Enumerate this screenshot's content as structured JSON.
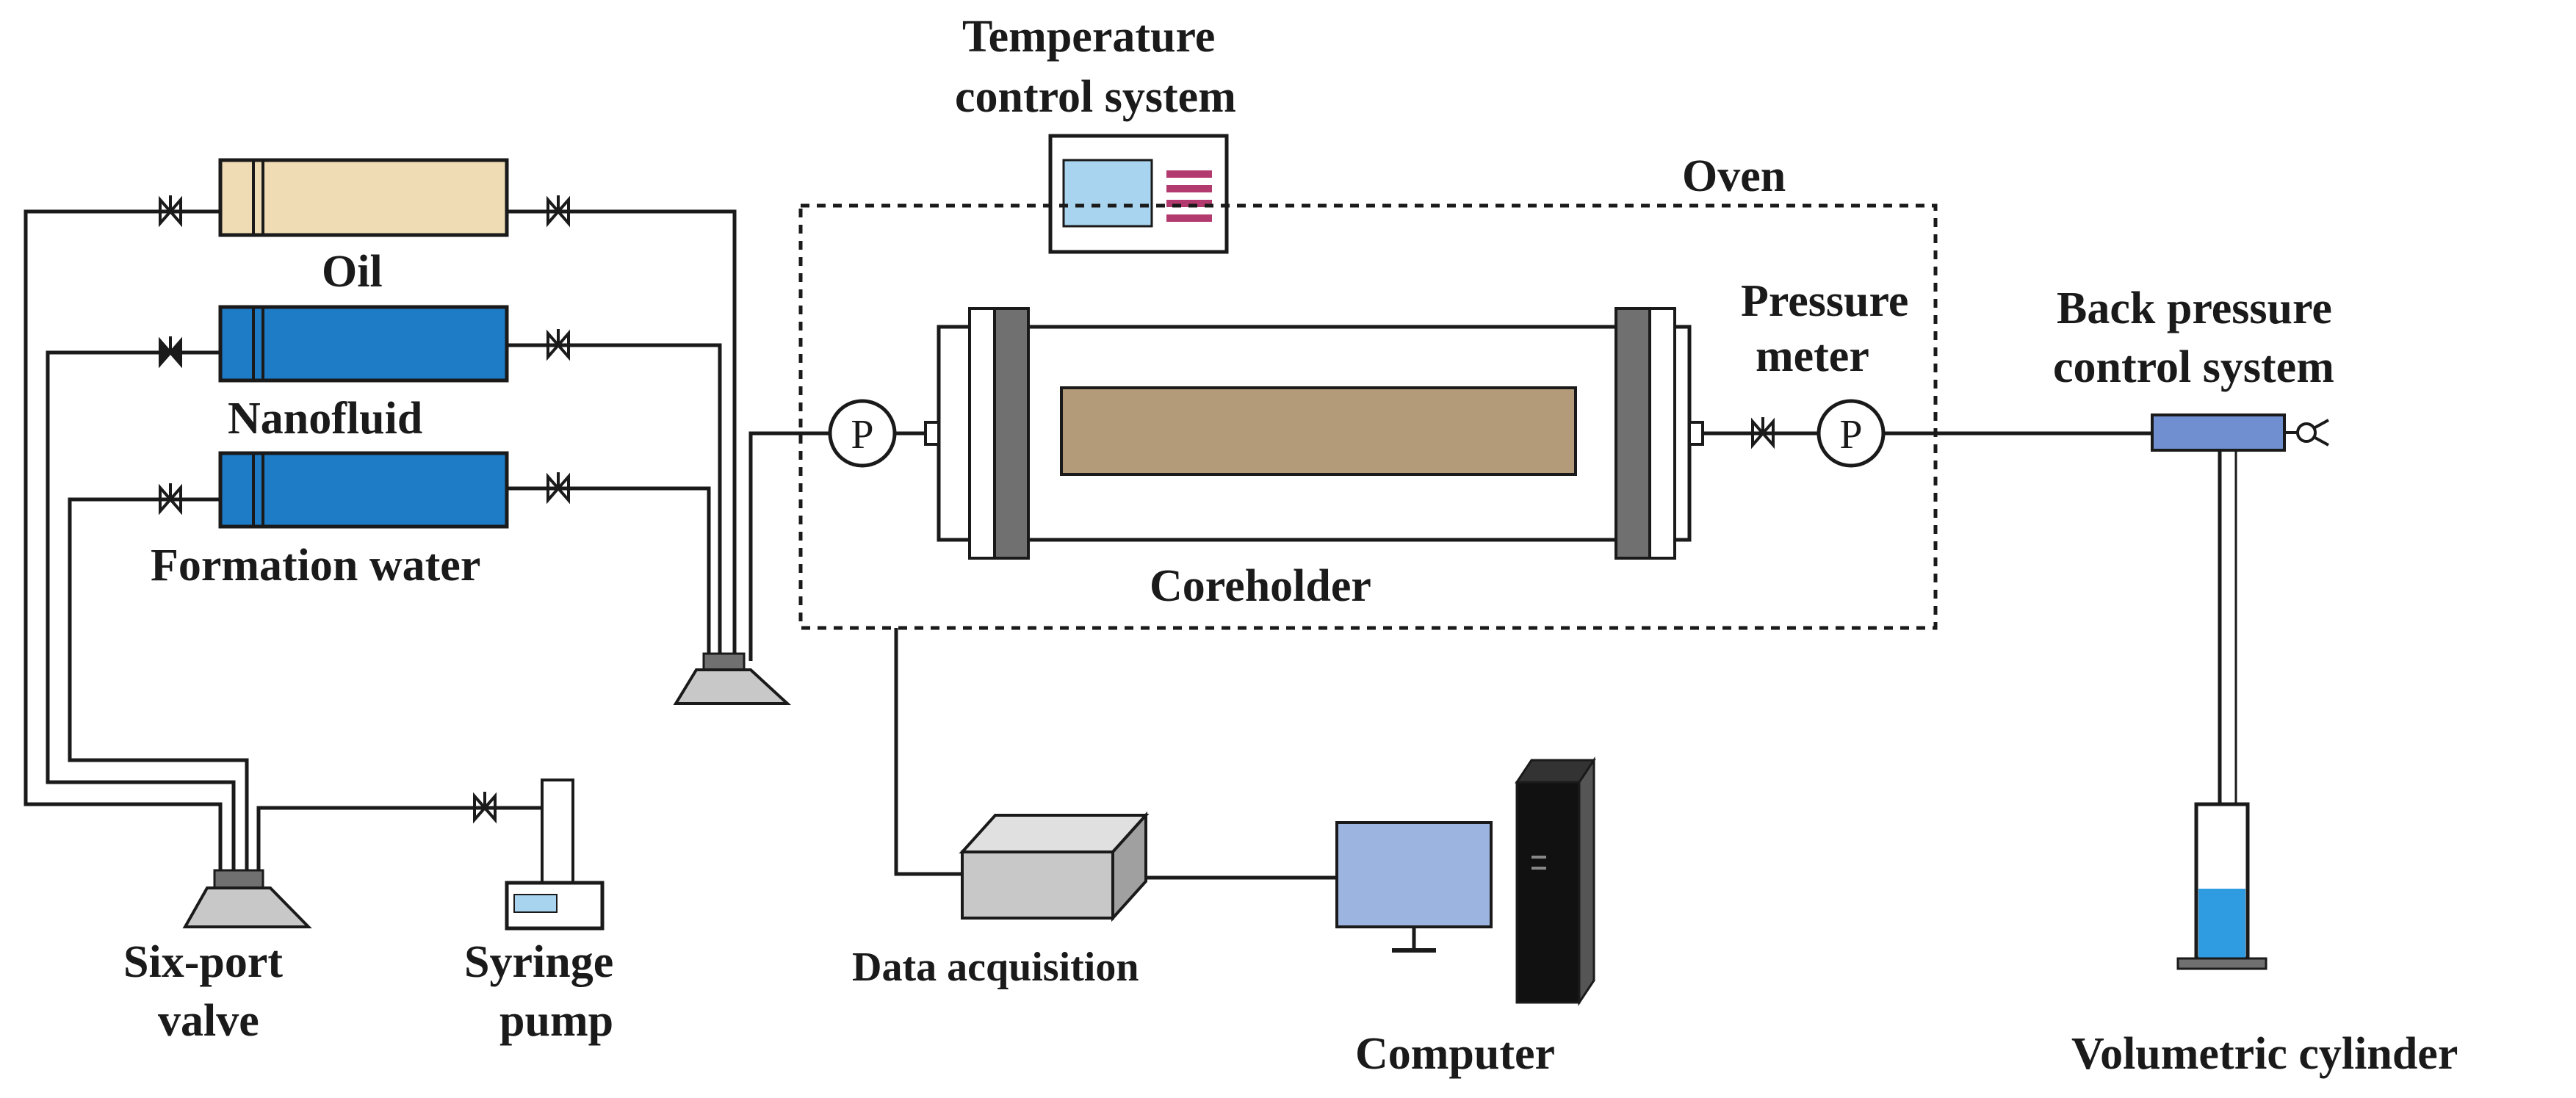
{
  "labels": {
    "temperature_1": "Temperature",
    "temperature_2": "control system",
    "oven": "Oven",
    "oil": "Oil",
    "nanofluid": "Nanofluid",
    "formation_water": "Formation water",
    "coreholder": "Coreholder",
    "pressure_meter_1": "Pressure",
    "pressure_meter_2": "meter",
    "back_pressure_1": "Back pressure",
    "back_pressure_2": "control system",
    "six_port_1": "Six-port",
    "six_port_2": "valve",
    "syringe_1": "Syringe",
    "syringe_2": "pump",
    "data_acquisition": "Data acquisition",
    "computer": "Computer",
    "volumetric_cylinder": "Volumetric cylinder",
    "gauge_symbol": "P"
  },
  "colors": {
    "oil_fill": "#efdcb5",
    "blue_fill": "#1e7bc6",
    "core_fill": "#b39a78",
    "screen_fill": "#a8d4ef",
    "monitor_fill": "#9cb4e0",
    "bpr_fill": "#6f8fd0",
    "gray_fill": "#c8c8c8",
    "dark_gray": "#707070",
    "keypad": "#b33a6e",
    "liquid": "#2f9be0"
  }
}
